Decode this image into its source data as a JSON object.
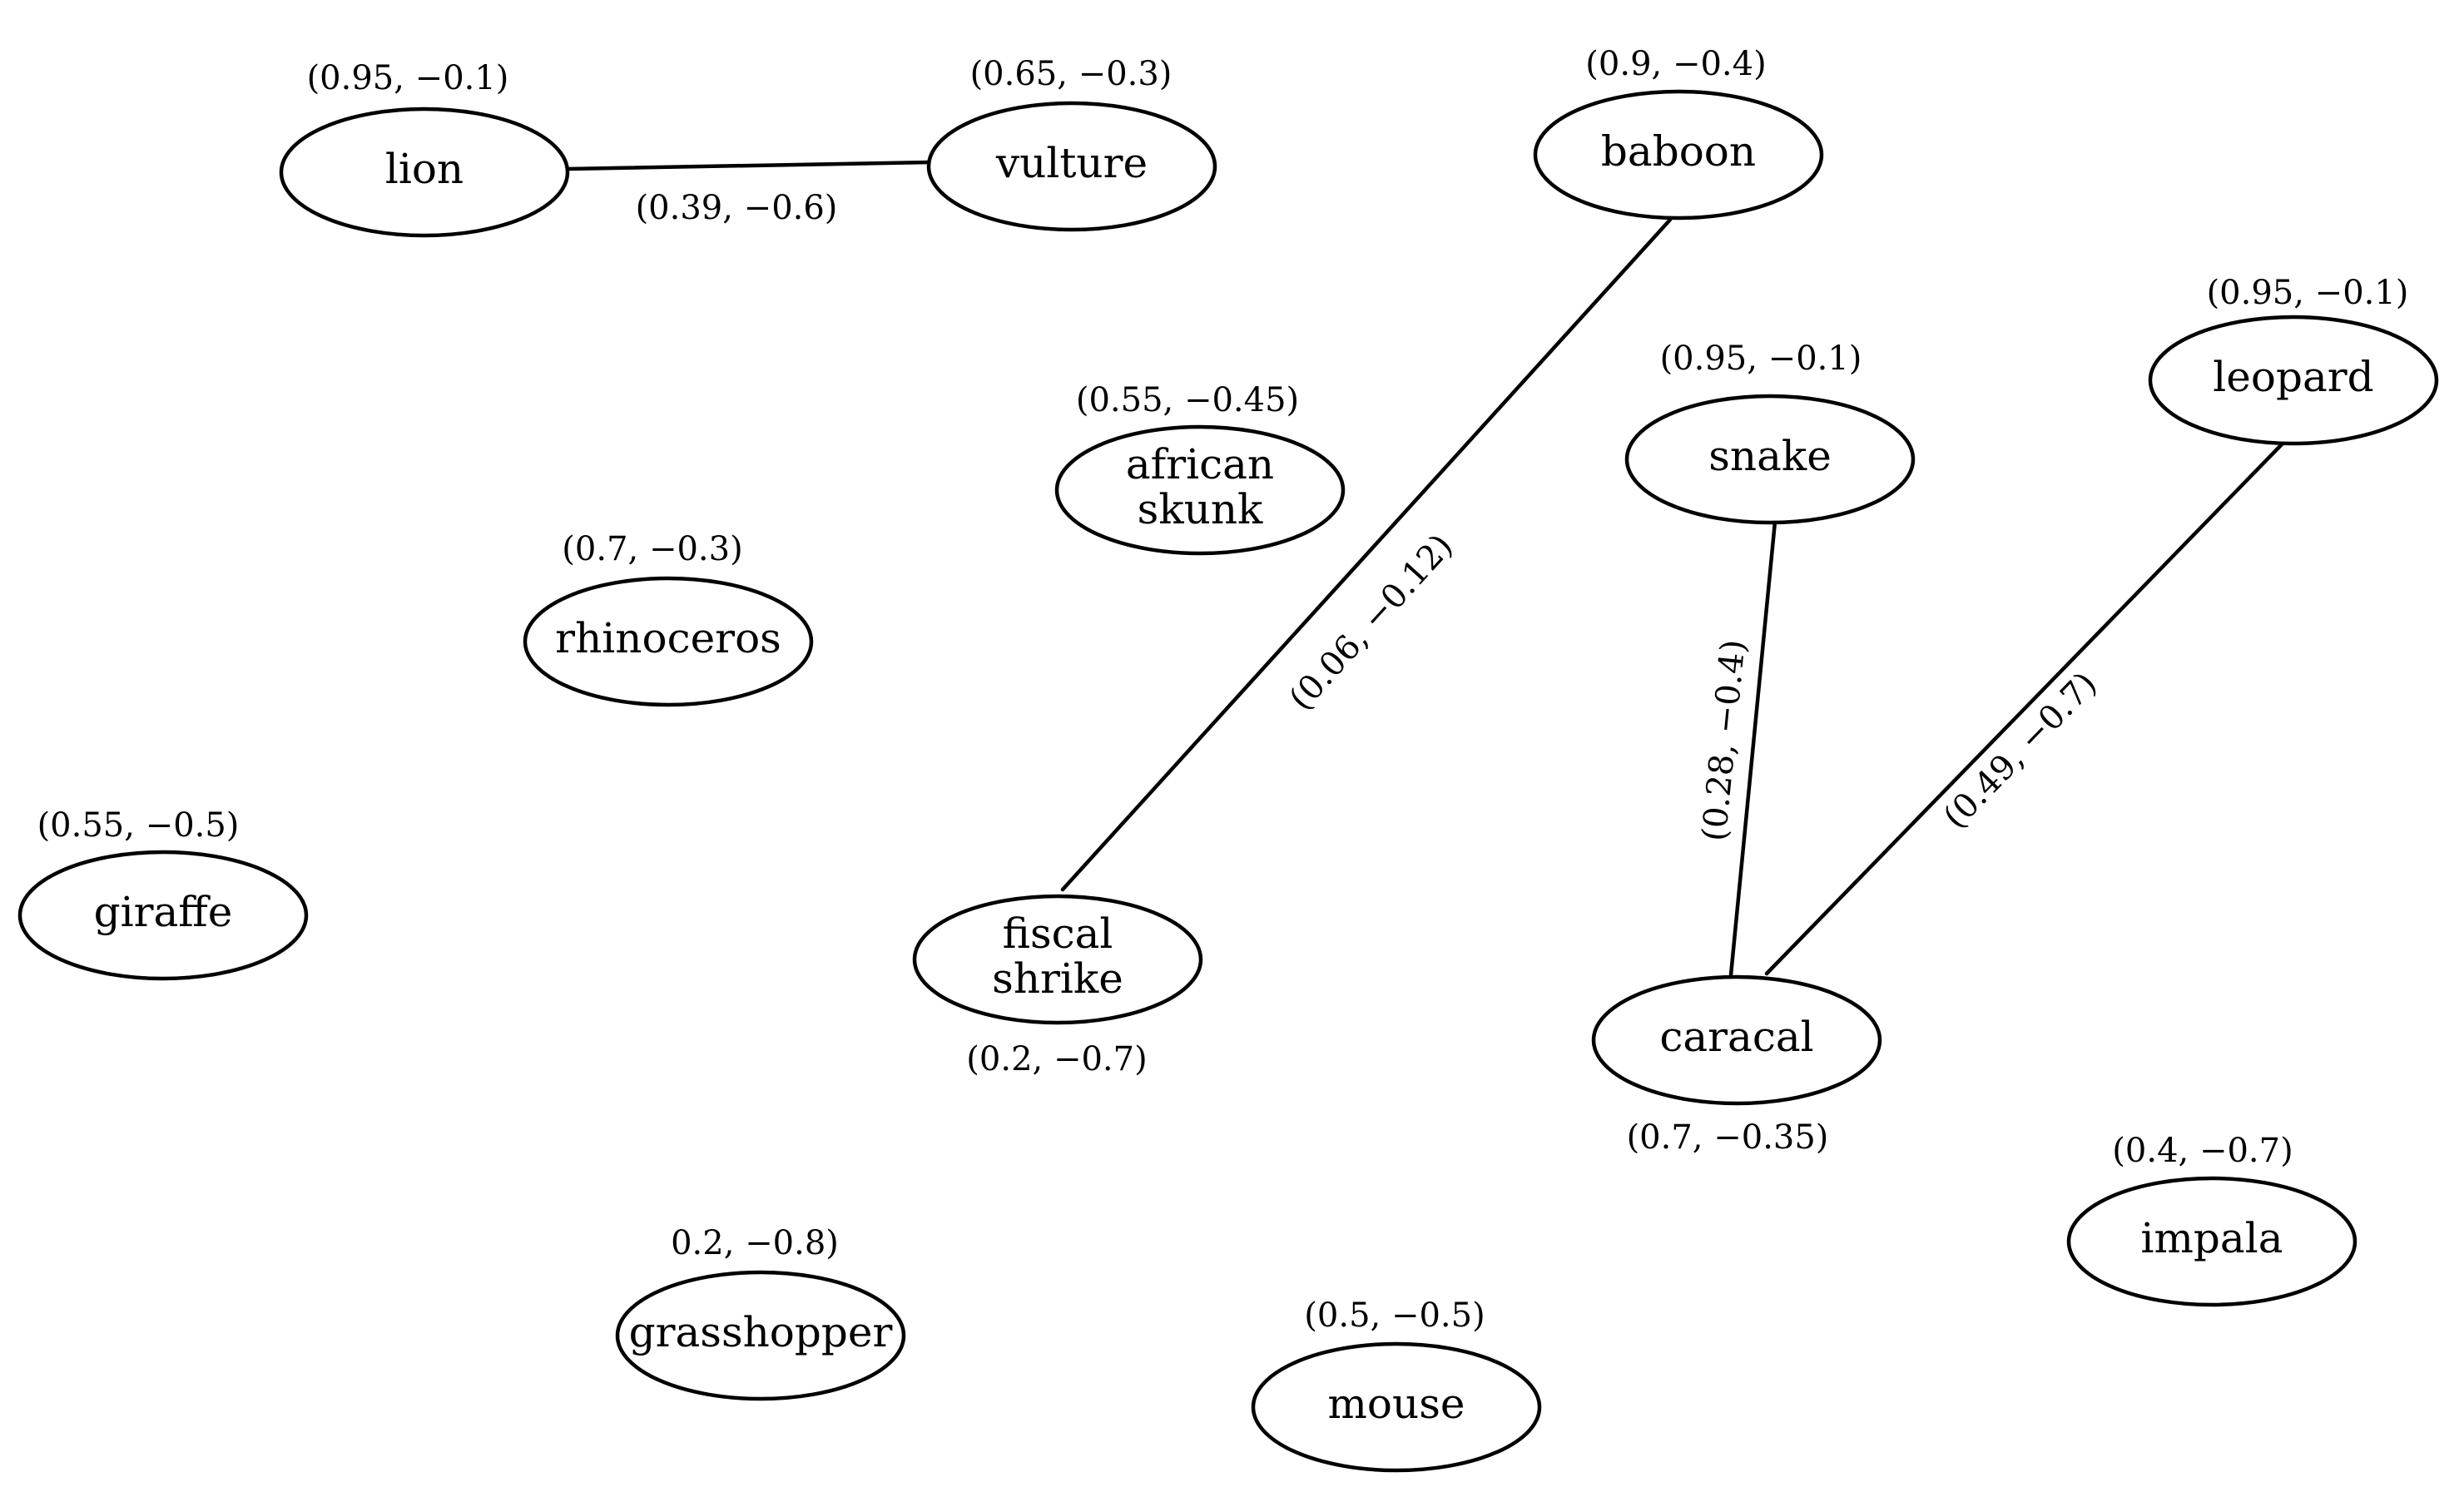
{
  "nodes": [
    {
      "id": "lion",
      "label": [
        "lion"
      ],
      "annotation": "(0.95, −0.1)"
    },
    {
      "id": "vulture",
      "label": [
        "vulture"
      ],
      "annotation": "(0.65, −0.3)"
    },
    {
      "id": "baboon",
      "label": [
        "baboon"
      ],
      "annotation": "(0.9, −0.4)"
    },
    {
      "id": "leopard",
      "label": [
        "leopard"
      ],
      "annotation": "(0.95, −0.1)"
    },
    {
      "id": "snake",
      "label": [
        "snake"
      ],
      "annotation": "(0.95, −0.1)"
    },
    {
      "id": "african-skunk",
      "label": [
        "african",
        "skunk"
      ],
      "annotation": "(0.55, −0.45)"
    },
    {
      "id": "rhinoceros",
      "label": [
        "rhinoceros"
      ],
      "annotation": "(0.7, −0.3)"
    },
    {
      "id": "giraffe",
      "label": [
        "giraffe"
      ],
      "annotation": "(0.55, −0.5)"
    },
    {
      "id": "fiscal-shrike",
      "label": [
        "fiscal",
        "shrike"
      ],
      "annotation": "(0.2, −0.7)"
    },
    {
      "id": "caracal",
      "label": [
        "caracal"
      ],
      "annotation": "(0.7, −0.35)"
    },
    {
      "id": "impala",
      "label": [
        "impala"
      ],
      "annotation": "(0.4, −0.7)"
    },
    {
      "id": "grasshopper",
      "label": [
        "grasshopper"
      ],
      "annotation": "0.2, −0.8)"
    },
    {
      "id": "mouse",
      "label": [
        "mouse"
      ],
      "annotation": "(0.5, −0.5)"
    }
  ],
  "edges": [
    {
      "from": "lion",
      "to": "vulture",
      "label": "(0.39, −0.6)"
    },
    {
      "from": "baboon",
      "to": "fiscal-shrike",
      "label": "(0.06, −0.12)"
    },
    {
      "from": "snake",
      "to": "caracal",
      "label": "(0.28, −0.4)"
    },
    {
      "from": "leopard",
      "to": "caracal",
      "label": "(0.49, −0.7)"
    }
  ]
}
